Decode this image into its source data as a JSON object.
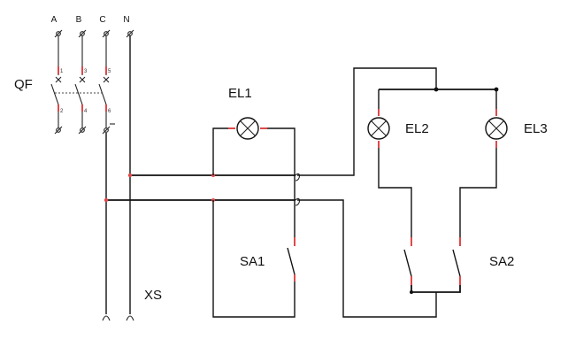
{
  "diagram": {
    "bus_labels": [
      "A",
      "B",
      "C",
      "N"
    ],
    "breaker": {
      "label": "QF",
      "pole_top_numbers": [
        "1",
        "3",
        "5"
      ],
      "pole_bottom_numbers": [
        "2",
        "4",
        "6"
      ]
    },
    "lamps": [
      {
        "id": "EL1",
        "label": "EL1"
      },
      {
        "id": "EL2",
        "label": "EL2"
      },
      {
        "id": "EL3",
        "label": "EL3"
      }
    ],
    "switches": [
      {
        "id": "SA1",
        "label": "SA1"
      },
      {
        "id": "SA2",
        "label": "SA2"
      }
    ],
    "socket": {
      "label": "XS"
    }
  }
}
